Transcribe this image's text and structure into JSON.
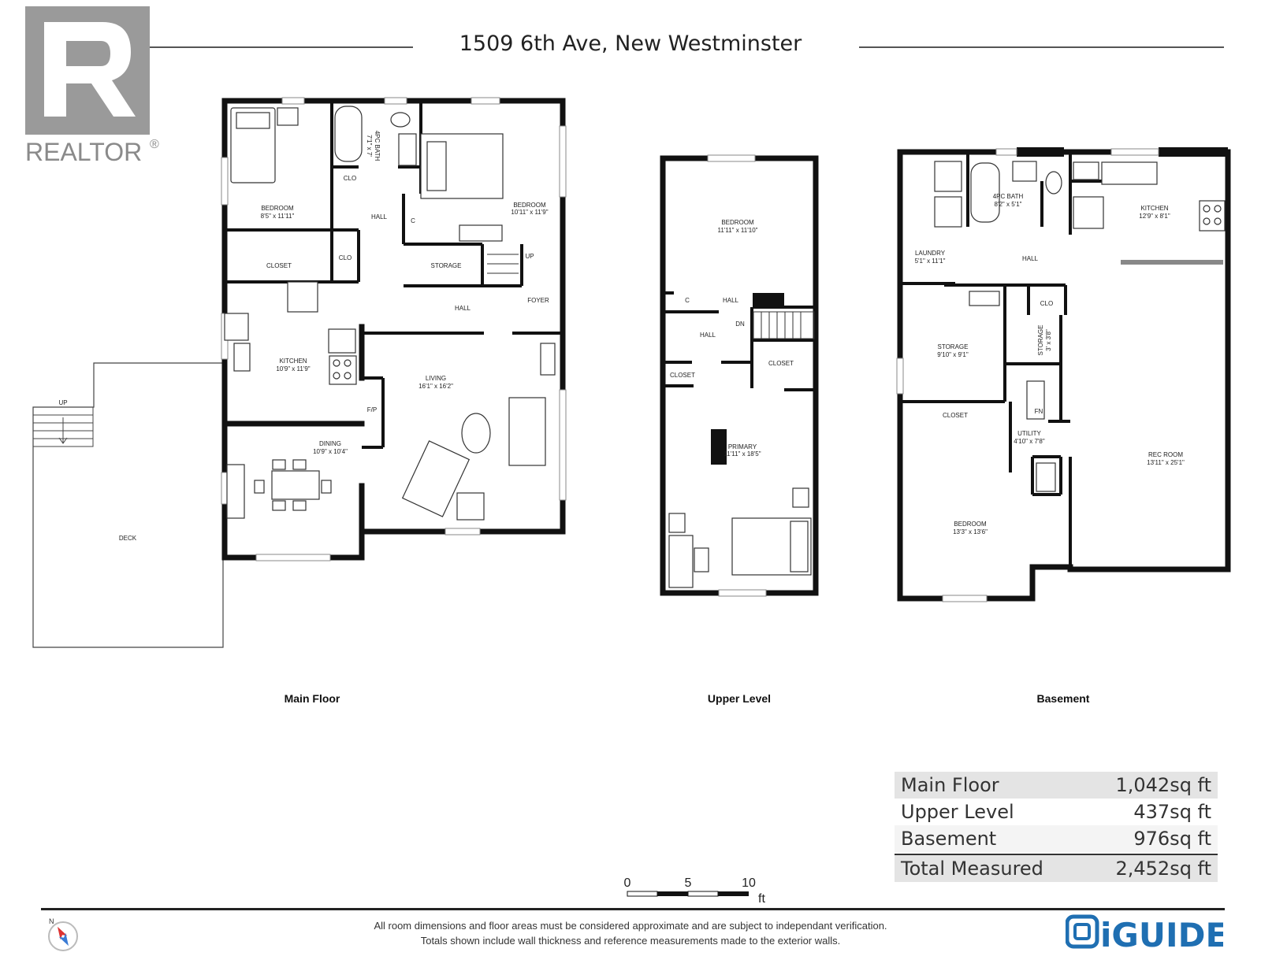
{
  "title": "1509 6th Ave, New Westminster",
  "logo": {
    "text": "REALTOR",
    "mark": "®",
    "icon": "realtor-logo"
  },
  "floors": [
    {
      "name": "Main Floor"
    },
    {
      "name": "Upper Level"
    },
    {
      "name": "Basement"
    }
  ],
  "main_floor": {
    "bedroom1": {
      "name": "BEDROOM",
      "dim": "8'5\" x 11'11\""
    },
    "bath": {
      "name": "4PC BATH",
      "dim": "7'1\" x 7'"
    },
    "bedroom2": {
      "name": "BEDROOM",
      "dim": "10'11\" x 11'9\""
    },
    "clo1": "CLO",
    "hall1": "HALL",
    "c": "C",
    "closet": "CLOSET",
    "clo2": "CLO",
    "storage": "STORAGE",
    "up": "UP",
    "hall2": "HALL",
    "foyer": "FOYER",
    "kitchen": {
      "name": "KITCHEN",
      "dim": "10'9\" x 11'9\""
    },
    "living": {
      "name": "LIVING",
      "dim": "16'1\" x 16'2\""
    },
    "fp": "F/P",
    "dining": {
      "name": "DINING",
      "dim": "10'9\" x 10'4\""
    },
    "deck": "DECK",
    "deck_up": "UP"
  },
  "upper_level": {
    "bedroom": {
      "name": "BEDROOM",
      "dim": "11'11\" x 11'10\""
    },
    "c": "C",
    "hall1": "HALL",
    "hall2": "HALL",
    "dn": "DN",
    "closet1": "CLOSET",
    "closet2": "CLOSET",
    "primary": {
      "name": "PRIMARY",
      "dim": "11'11\" x 18'5\""
    }
  },
  "basement": {
    "bath": {
      "name": "4PC BATH",
      "dim": "8'2\" x 5'1\""
    },
    "kitchen": {
      "name": "KITCHEN",
      "dim": "12'9\" x 8'1\""
    },
    "laundry": {
      "name": "LAUNDRY",
      "dim": "5'1\" x 11'1\""
    },
    "hall": "HALL",
    "clo": "CLO",
    "storage1": {
      "name": "STORAGE",
      "dim": "9'10\" x 9'1\""
    },
    "storage2": {
      "name": "STORAGE",
      "dim": "3' x 3'8\""
    },
    "closet": "CLOSET",
    "fn": "FN",
    "utility": {
      "name": "UTILITY",
      "dim": "4'10\" x 7'8\""
    },
    "rec": {
      "name": "REC ROOM",
      "dim": "13'11\" x 25'1\""
    },
    "bedroom": {
      "name": "BEDROOM",
      "dim": "13'3\" x 13'6\""
    }
  },
  "areas": [
    {
      "label": "Main Floor",
      "value": "1,042sq ft"
    },
    {
      "label": "Upper Level",
      "value": "437sq ft"
    },
    {
      "label": "Basement",
      "value": "976sq ft"
    }
  ],
  "total": {
    "label": "Total Measured",
    "value": "2,452sq ft"
  },
  "scale": {
    "t0": "0",
    "t5": "5",
    "t10": "10",
    "unit": "ft"
  },
  "disclaimer": {
    "line1": "All room dimensions and floor areas must be considered approximate and are subject to independant verification.",
    "line2": "Totals shown include wall thickness and reference measurements made to the exterior walls."
  },
  "brand": {
    "text": "iGUIDE",
    "color": "#1f6fb2",
    "icon": "iguide-logo"
  },
  "compass": {
    "label": "N",
    "icon": "compass-icon"
  }
}
